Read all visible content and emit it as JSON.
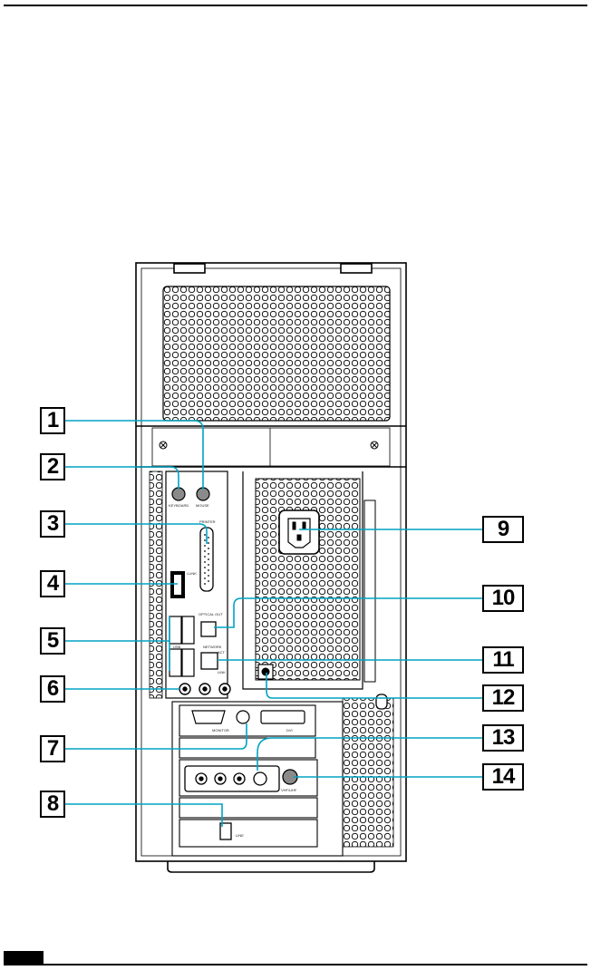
{
  "callouts": [
    "1",
    "2",
    "3",
    "4",
    "5",
    "6",
    "7",
    "8",
    "9",
    "10",
    "11",
    "12",
    "13",
    "14"
  ],
  "port_labels": {
    "keyboard": "KEYBOARD",
    "mouse": "MOUSE",
    "printer": "PRINTER",
    "ilink": "i.LINK",
    "optical_out": "OPTICAL OUT",
    "usb": "USB",
    "network": "NETWORK",
    "act": "ACT",
    "link": "LINK",
    "monitor": "MONITOR",
    "dvi": "DVI",
    "line": "LINE",
    "vhf_uhf": "VHF/UHF"
  },
  "colors": {
    "callout_line": "#00a3c4",
    "ink": "#000000"
  }
}
